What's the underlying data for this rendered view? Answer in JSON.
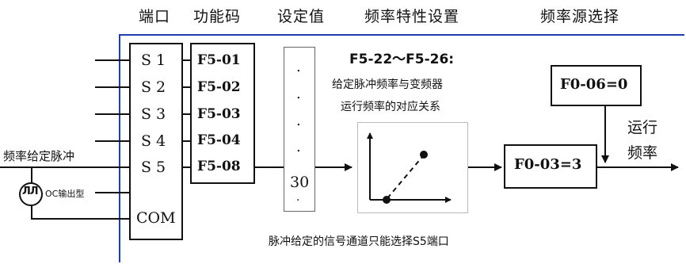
{
  "headers": {
    "port": "端口",
    "function_code": "功能码",
    "set_value": "设定值",
    "freq_characteristic": "频率特性设置",
    "freq_source": "频率源选择"
  },
  "terminals": [
    "S 1",
    "S 2",
    "S 3",
    "S 4",
    "S 5",
    "COM"
  ],
  "function_codes": [
    "F5-01",
    "F5-02",
    "F5-03",
    "F5-04",
    "F5-08"
  ],
  "set_value": {
    "dots": ".",
    "value": "30"
  },
  "characteristic": {
    "range": "F5-22～F5-26:",
    "desc_line1": "给定脉冲频率与变频器",
    "desc_line2": "运行频率的对应关系"
  },
  "freq_source_box": "F0-03=3",
  "param_box": "F0-06=0",
  "output_label_line1": "运行",
  "output_label_line2": "频率",
  "input_label": "频率给定脉冲",
  "oc_symbol": "ЛЛ",
  "oc_label": "OC输出型",
  "footer_note": "脉冲给定的信号通道只能选择S5端口",
  "colors": {
    "frame": "#1f3fae",
    "line": "#111111",
    "background": "#ffffff"
  }
}
